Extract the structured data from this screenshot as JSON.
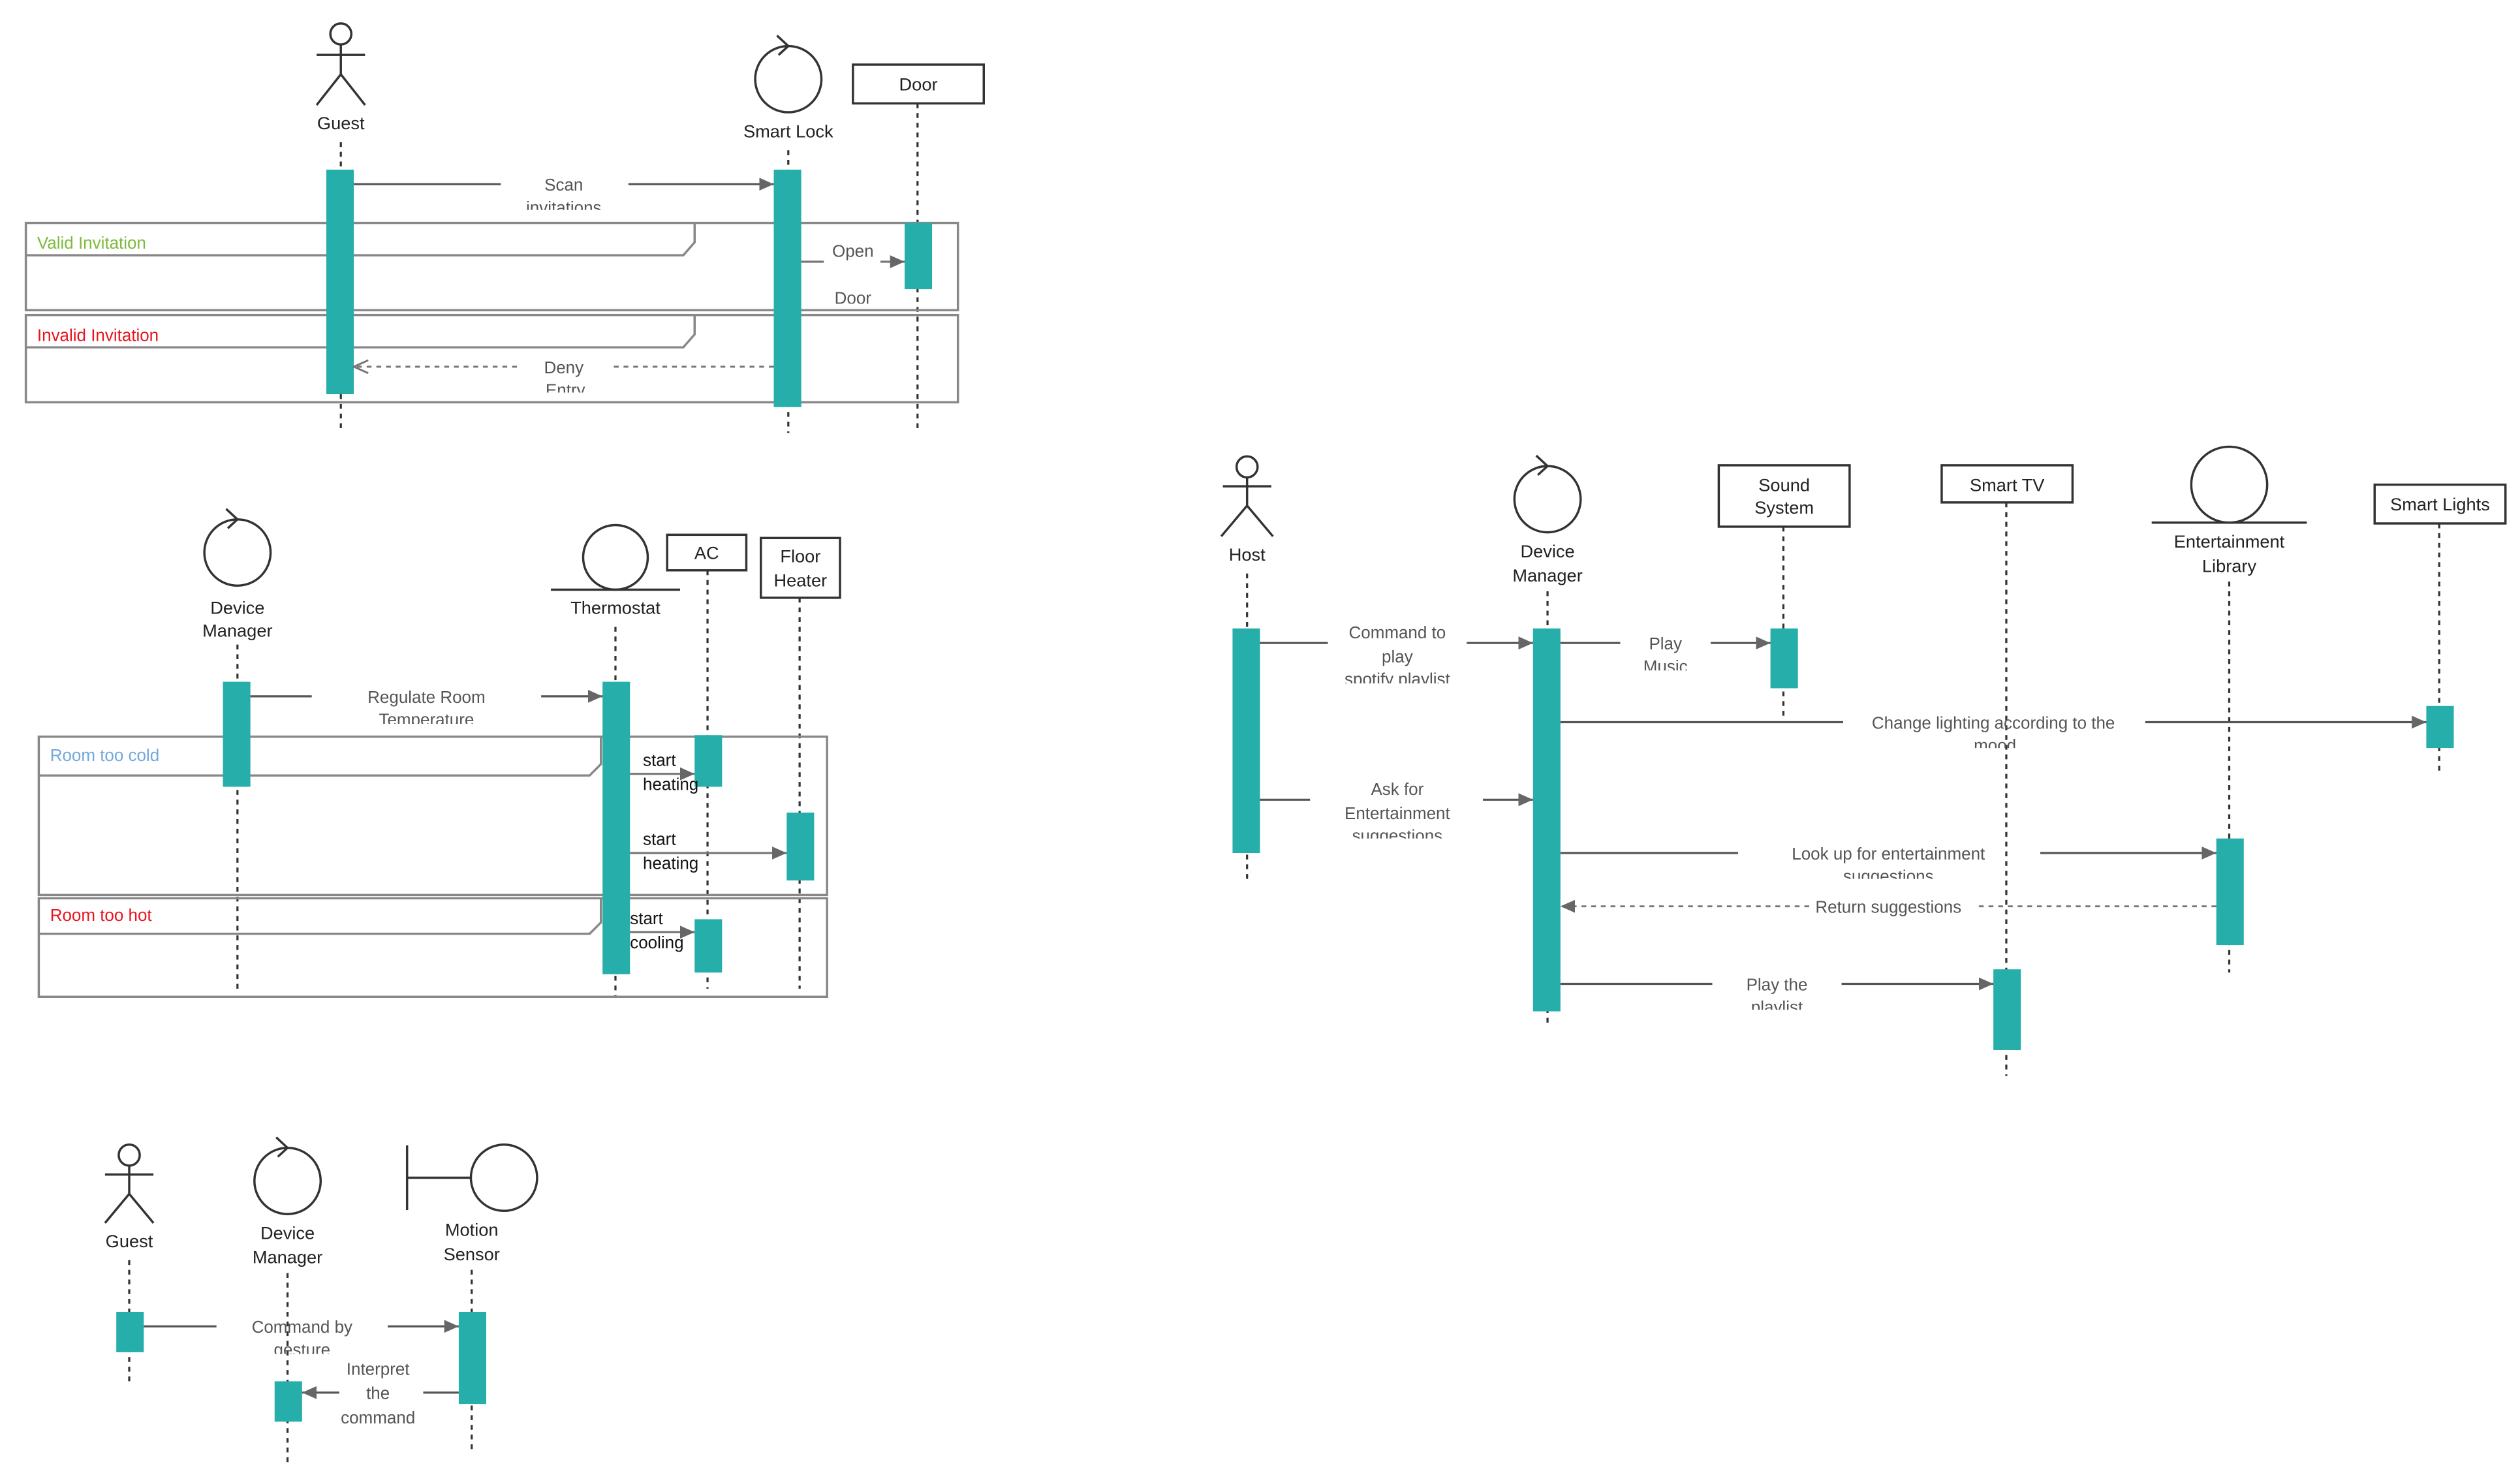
{
  "colors": {
    "activation": "#26aeab",
    "line": "#555555",
    "frame": "#888888",
    "valid_guard": "#7cbb3a",
    "invalid_guard": "#e8141e",
    "cold_guard": "#6fa8dc",
    "hot_guard": "#e8141e",
    "label": "#555555",
    "participant_label": "#222222"
  },
  "icons": [
    "actor-icon",
    "control-icon",
    "entity-icon",
    "boundary-icon"
  ],
  "diagrams": {
    "smart_lock": {
      "participants": {
        "guest": "Guest",
        "smart_lock": "Smart Lock",
        "door": "Door"
      },
      "messages": {
        "scan": [
          "Scan",
          "invitations"
        ],
        "open_door": [
          "Open",
          "Door"
        ],
        "deny_entry": [
          "Deny",
          "Entry"
        ]
      },
      "fragments": {
        "valid": "Valid Invitation",
        "invalid": "Invalid Invitation"
      }
    },
    "thermostat": {
      "participants": {
        "device_manager": [
          "Device",
          "Manager"
        ],
        "thermostat": "Thermostat",
        "ac": "AC",
        "floor_heater": [
          "Floor",
          "Heater"
        ]
      },
      "messages": {
        "regulate": [
          "Regulate Room",
          "Temperature"
        ],
        "start_heating_ac": [
          "start",
          "heating"
        ],
        "start_heating_floor": [
          "start",
          "heating"
        ],
        "start_cooling": [
          "start",
          "cooling"
        ]
      },
      "fragments": {
        "cold": "Room too cold",
        "hot": "Room too hot"
      }
    },
    "entertainment": {
      "participants": {
        "host": "Host",
        "device_manager": [
          "Device",
          "Manager"
        ],
        "sound_system": [
          "Sound",
          "System"
        ],
        "smart_tv": "Smart TV",
        "entertainment_library": [
          "Entertainment",
          "Library"
        ],
        "smart_lights": "Smart  Lights"
      },
      "messages": {
        "command_play": [
          "Command  to",
          "play",
          "spotify playlist"
        ],
        "play_music": [
          "Play",
          "Music"
        ],
        "change_lighting": [
          "Change lighting according to the",
          "mood"
        ],
        "ask_entertainment": [
          "Ask for",
          "Entertainment",
          "suggestions"
        ],
        "look_up": [
          "Look up for entertainment",
          "suggestions"
        ],
        "return_suggestions": "Return  suggestions",
        "play_playlist": [
          "Play the",
          "playlist"
        ]
      }
    },
    "gesture": {
      "participants": {
        "guest": "Guest",
        "device_manager": [
          "Device",
          "Manager"
        ],
        "motion_sensor": [
          "Motion",
          "Sensor"
        ]
      },
      "messages": {
        "command_gesture": [
          "Command  by",
          "gesture"
        ],
        "interpret": [
          "Interpret",
          "the",
          "command"
        ]
      }
    }
  }
}
